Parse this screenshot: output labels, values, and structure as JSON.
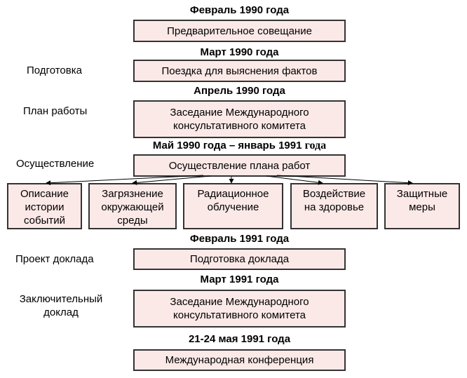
{
  "dates": {
    "d1": "Февраль 1990 года",
    "d2": "Март 1990 года",
    "d3": "Апрель 1990 года",
    "d4_main": "Май 1990 года – январь 1991 ",
    "d4_tail": "года",
    "d5": "Февраль 1991 года",
    "d6": "Март 1991 года",
    "d7": "21-24 мая 1991 года"
  },
  "boxes": {
    "preliminary": "Предварительное совещание",
    "fact_finding": "Поездка для выяснения фактов",
    "committee_meeting_1": "Заседание Международного консультативного комитета",
    "implementation": "Осуществление плана работ",
    "report_preparation": "Подготовка доклада",
    "committee_meeting_2": "Заседание Международного консультативного комитета",
    "conference": "Международная конференция"
  },
  "subtasks": [
    "Описание истории событий",
    "Загрязнение окружающей среды",
    "Радиационное облучение",
    "Воздействие на здоровье",
    "Защитные меры"
  ],
  "phases": {
    "preparation": "Подготовка",
    "work_plan": "План работы",
    "implementation": "Осуществление",
    "draft_report": "Проект доклада",
    "final_report": "Заключительный доклад"
  }
}
